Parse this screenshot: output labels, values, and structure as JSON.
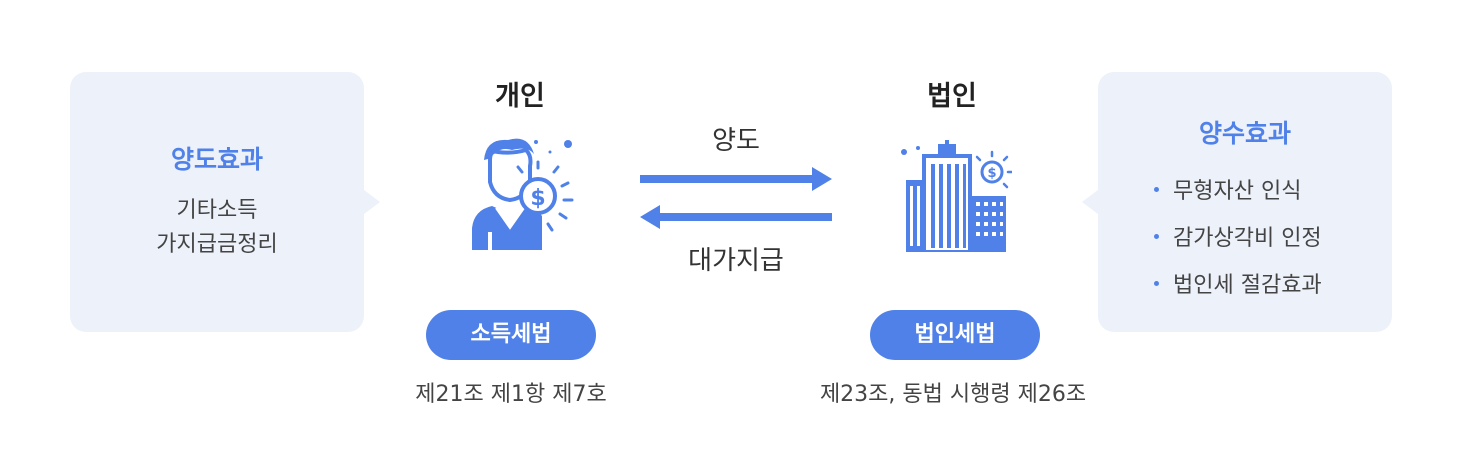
{
  "left_bubble": {
    "title": "양도효과",
    "lines": [
      "기타소득",
      "가지급금정리"
    ]
  },
  "right_bubble": {
    "title": "양수효과",
    "items": [
      "무형자산 인식",
      "감가상각비 인정",
      "법인세 절감효과"
    ]
  },
  "person": {
    "title": "개인",
    "badge": "소득세법",
    "law": "제21조 제1항 제7호",
    "icon": "person-money-icon"
  },
  "corporation": {
    "title": "법인",
    "badge": "법인세법",
    "law": "제23조, 동법 시행령 제26조",
    "icon": "buildings-icon"
  },
  "flow": {
    "transfer_label": "양도",
    "consideration_label": "대가지급"
  },
  "colors": {
    "accent": "#4f81e8",
    "bubble_bg": "#edf1fa",
    "text": "#444444"
  }
}
